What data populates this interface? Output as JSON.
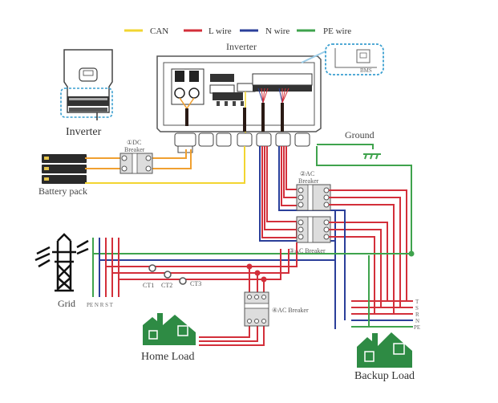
{
  "colors": {
    "can": "#f2d531",
    "l_wire": "#d32f3a",
    "n_wire": "#2b3f9a",
    "pe_wire": "#3fa34d",
    "battery_cable": "#f0a030",
    "house": "#2e8b44",
    "highlight_dash": "#3a9fd0"
  },
  "legend": [
    {
      "name": "CAN",
      "color_key": "can"
    },
    {
      "name": "L wire",
      "color_key": "l_wire"
    },
    {
      "name": "N wire",
      "color_key": "n_wire"
    },
    {
      "name": "PE wire",
      "color_key": "pe_wire"
    }
  ],
  "labels": {
    "inverter_top": "Inverter",
    "inverter_side": "Inverter",
    "battery_pack": "Battery pack",
    "dc_breaker_line1": "①DC",
    "dc_breaker_line2": "Breaker",
    "ground": "Ground",
    "ac_breaker2_line1": "②AC",
    "ac_breaker2_line2": "Breaker",
    "ac_breaker3": "③AC Breaker",
    "ac_breaker4": "④AC Breaker",
    "grid": "Grid",
    "grid_terminals": "PE N R S T",
    "ct1": "CT1",
    "ct2": "CT2",
    "ct3": "CT3",
    "home_load": "Home Load",
    "backup_load": "Backup Load",
    "rj45_port": "BMS",
    "backup_terminals": [
      "T",
      "S",
      "R",
      "N",
      "PE"
    ]
  }
}
